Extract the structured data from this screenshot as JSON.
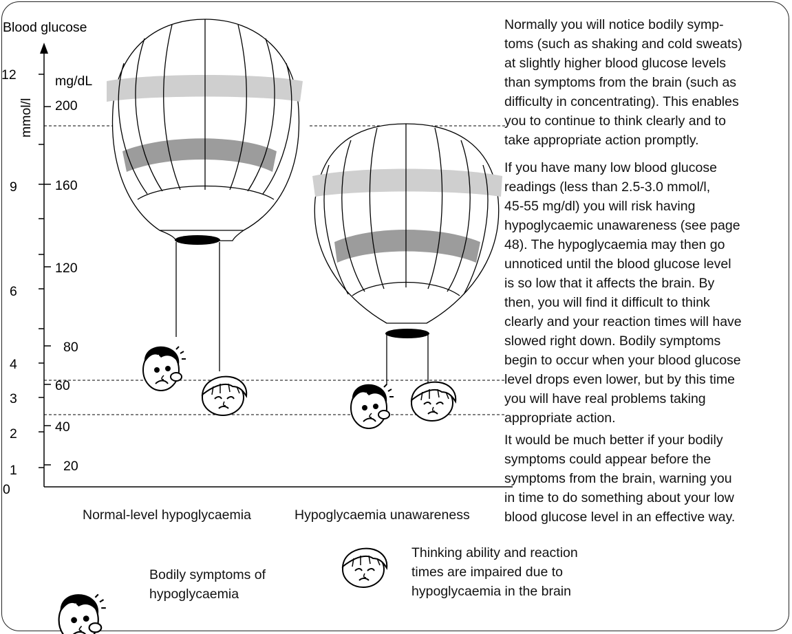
{
  "axis": {
    "title": "Blood glucose",
    "mmol_unit": "mmol/l",
    "mgdl_unit": "mg/dL",
    "mmol_ticks": [
      "12",
      "9",
      "6",
      "4",
      "3",
      "2",
      "1",
      "0"
    ],
    "mgdl_ticks": [
      "200",
      "160",
      "120",
      "80",
      "60",
      "40",
      "20"
    ]
  },
  "captions": {
    "normal": "Normal-level hypoglycaemia",
    "unaware": "Hypoglycaemia unawareness"
  },
  "legend": {
    "bodily_line1": "Bodily symptoms of",
    "bodily_line2": "hypoglycaemia",
    "brain_line1": "Thinking ability and reaction",
    "brain_line2": "times are impaired due to",
    "brain_line3": "hypoglycaemia in the brain"
  },
  "text": {
    "p1": [
      "Normally you will notice bodily symp-",
      "toms (such as shaking and cold sweats)",
      "at slightly higher blood glucose levels",
      "than symptoms from the brain (such as",
      "difficulty in concentrating). This enables",
      "you to continue to think clearly and to",
      "take appropriate action promptly."
    ],
    "p2": [
      "If you have many low blood glucose",
      "readings (less than 2.5-3.0 mmol/l,",
      "45-55 mg/dl) you will risk having",
      "hypoglycaemic unawareness (see page",
      "48). The hypoglycaemia may then go",
      "unnoticed until the blood glucose level",
      "is so low that it affects the brain. By",
      "then, you will find it difficult to think",
      "clearly and your reaction times will have",
      "slowed right down. Bodily symptoms",
      "begin to occur when your blood glucose",
      "level drops even lower, but by this time",
      "you will have real problems taking",
      "appropriate action."
    ],
    "p3": [
      "It would be much better if your bodily",
      "symptoms could appear before the",
      "symptoms from the brain, warning you",
      "in time to do something about your low",
      "blood glucose level in an effective way."
    ]
  }
}
